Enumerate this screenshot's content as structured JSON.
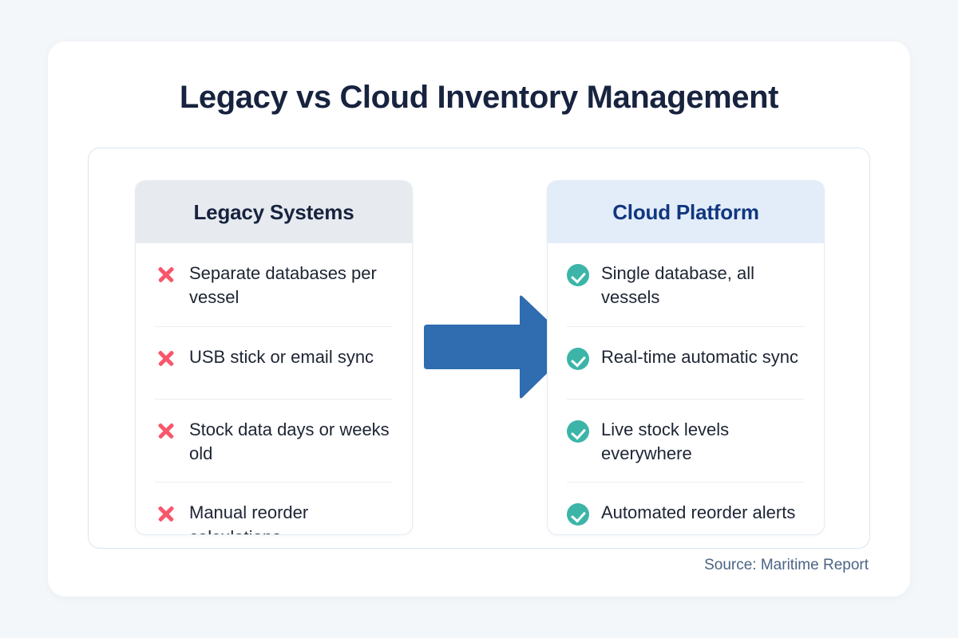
{
  "page": {
    "title": "Legacy vs Cloud Inventory Management",
    "source_note": "Source: Maritime Report"
  },
  "colors": {
    "page_background": "#f4f7fa",
    "card_background": "#ffffff",
    "title_text": "#17233f",
    "legacy_header_background": "#e7ebef",
    "legacy_header_text": "#17233f",
    "cloud_header_background": "#e3edfa",
    "cloud_header_text": "#10367f",
    "cross_red": "#f8566a",
    "check_teal": "#3cb5a8",
    "arrow_blue": "#2f6cb0",
    "divider": "#eaeef4",
    "panel_border": "#dce5ee",
    "source_text": "#4c6484"
  },
  "columns": {
    "legacy": {
      "heading": "Legacy Systems",
      "marker_icon": "cross-icon",
      "items": [
        {
          "text": "Separate databases per vessel"
        },
        {
          "text": "USB stick or email sync"
        },
        {
          "text": "Stock data days or weeks old"
        },
        {
          "text": "Manual reorder calculations"
        }
      ]
    },
    "cloud": {
      "heading": "Cloud Platform",
      "marker_icon": "check-circle-icon",
      "items": [
        {
          "text": "Single database, all vessels"
        },
        {
          "text": "Real-time automatic sync"
        },
        {
          "text": "Live stock levels everywhere"
        },
        {
          "text": "Automated reorder alerts"
        }
      ]
    }
  },
  "arrow": {
    "icon": "right-arrow-icon",
    "direction": "right"
  }
}
